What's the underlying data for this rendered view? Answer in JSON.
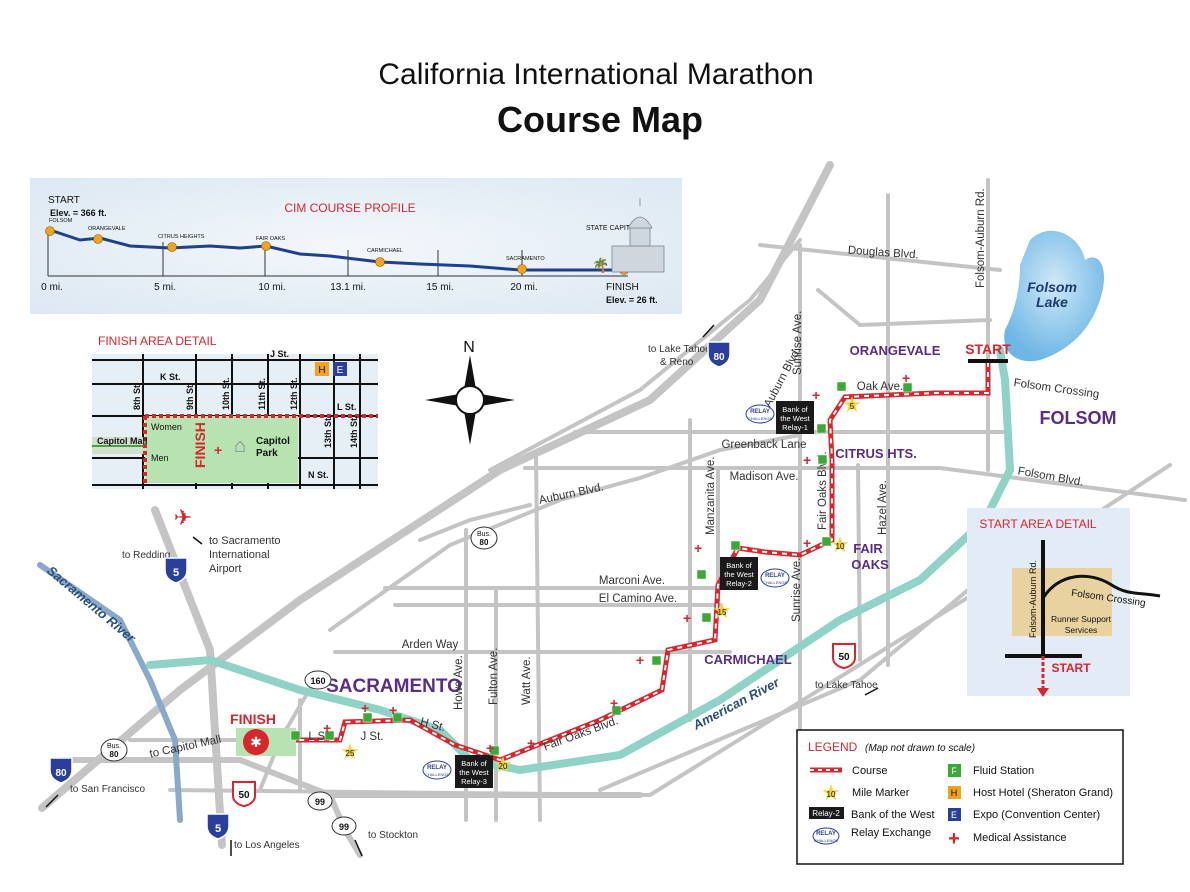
{
  "header": {
    "title": "California International Marathon",
    "subtitle": "Course Map"
  },
  "profile": {
    "title": "CIM COURSE PROFILE",
    "start_label": "START",
    "start_elev": "Elev. = 366 ft.",
    "finish_label": "FINISH",
    "finish_elev": "Elev. = 26 ft.",
    "capitol_label": "STATE CAPITOL",
    "places": [
      "FOLSOM",
      "ORANGEVALE",
      "CITRUS HEIGHTS",
      "FAIR OAKS",
      "CARMICHAEL",
      "SACRAMENTO"
    ],
    "ticks": [
      "0 mi.",
      "5 mi.",
      "10 mi.",
      "13.1 mi.",
      "15 mi.",
      "20 mi."
    ]
  },
  "finish_detail": {
    "title": "FINISH AREA DETAIL",
    "streets": {
      "j": "J St.",
      "k": "K St.",
      "l": "L St.",
      "n": "N St.",
      "s8": "8th St.",
      "s9": "9th St.",
      "s10": "10th St.",
      "s11": "11th St.",
      "s12": "12th St.",
      "s13": "13th St.",
      "s14": "14th St."
    },
    "capitol_mall": "Capitol Mall",
    "women": "Women",
    "men": "Men",
    "finish": "FINISH",
    "park": "Capitol Park",
    "h": "H",
    "e": "E"
  },
  "compass": {
    "n": "N"
  },
  "places": {
    "sacramento": "SACRAMENTO",
    "orangevale": "ORANGEVALE",
    "folsom": "FOLSOM",
    "citrus": "CITRUS HTS.",
    "fair_oaks_1": "FAIR",
    "fair_oaks_2": "OAKS",
    "carmichael": "CARMICHAEL",
    "folsom_lake_1": "Folsom",
    "folsom_lake_2": "Lake",
    "american_river": "American River",
    "sacramento_river": "Sacramento River",
    "start": "START",
    "finish": "FINISH"
  },
  "roads": {
    "douglas": "Douglas Blvd.",
    "folsom_auburn": "Folsom-Auburn Rd.",
    "sunrise": "Sunrise Ave.",
    "auburn": "Auburn Blvd.",
    "oak": "Oak Ave.",
    "folsom_crossing": "Folsom Crossing",
    "greenback": "Greenback Lane",
    "madison": "Madison Ave.",
    "folsom_blvd": "Folsom Blvd.",
    "fair_oaks_blvd": "Fair Oaks Blvd.",
    "hazel": "Hazel Ave.",
    "manzanita": "Manzanita Ave.",
    "auburn2": "Auburn Blvd.",
    "marconi": "Marconi Ave.",
    "el_camino": "El Camino Ave.",
    "sunrise2": "Sunrise Ave.",
    "arden": "Arden Way",
    "howe": "Howe Ave.",
    "fulton": "Fulton Ave.",
    "watt": "Watt Ave.",
    "fair_oaks_blvd2": "Fair Oaks Blvd.",
    "h_st": "H St.",
    "j_st": "J St.",
    "l_st": "L St.",
    "to_capitol_mall": "to Capitol Mall",
    "to_lake_tahoe_reno_1": "to Lake Tahoe",
    "to_lake_tahoe_reno_2": "& Reno",
    "to_lake_tahoe": "to Lake Tahoe",
    "to_redding": "to Redding",
    "to_airport_1": "to Sacramento",
    "to_airport_2": "International",
    "to_airport_3": "Airport",
    "to_sf": "to San Francisco",
    "to_la": "to Los Angeles",
    "to_stockton": "to Stockton"
  },
  "shields": {
    "i80_a": "80",
    "i80_b": "80",
    "i5_a": "5",
    "i5_b": "5",
    "bus80_a": "Bus.",
    "bus80_a2": "80",
    "bus80_b": "Bus.",
    "bus80_b2": "80",
    "us50_a": "50",
    "us50_b": "50",
    "ca160": "160",
    "ca99_a": "99",
    "ca99_b": "99"
  },
  "relays": {
    "r1": [
      "Bank of",
      "the West",
      "Relay-1"
    ],
    "r2": [
      "Bank of",
      "the West",
      "Relay-2"
    ],
    "r3": [
      "Bank of",
      "the West",
      "Relay-3"
    ],
    "logo_1": "RELAY",
    "logo_2": "CHALLENGE"
  },
  "mile_markers": [
    "5",
    "10",
    "15",
    "20",
    "25"
  ],
  "start_detail": {
    "title": "START AREA DETAIL",
    "road1": "Folsom-Auburn Rd.",
    "road2": "Folsom Crossing",
    "services_1": "Runner Support",
    "services_2": "Services",
    "start": "START"
  },
  "legend": {
    "title": "LEGEND",
    "note": "(Map not drawn to scale)",
    "course": "Course",
    "mile": "Mile Marker",
    "mile_num": "10",
    "relay_badge": "Relay-2",
    "relay_1": "Bank of the West",
    "relay_2": "Relay Exchange",
    "fluid": "Fluid Station",
    "fluid_icon": "F",
    "hotel": "Host Hotel (Sheraton Grand)",
    "hotel_icon": "H",
    "expo": "Expo (Convention Center)",
    "expo_icon": "E",
    "medical": "Medical Assistance"
  },
  "colors": {
    "course": "#d7262e",
    "place": "#5a2c8a",
    "river": "#8fd3c6",
    "fluid": "#3aa935",
    "hotel": "#f2a21b",
    "expo": "#2a3f9c"
  }
}
